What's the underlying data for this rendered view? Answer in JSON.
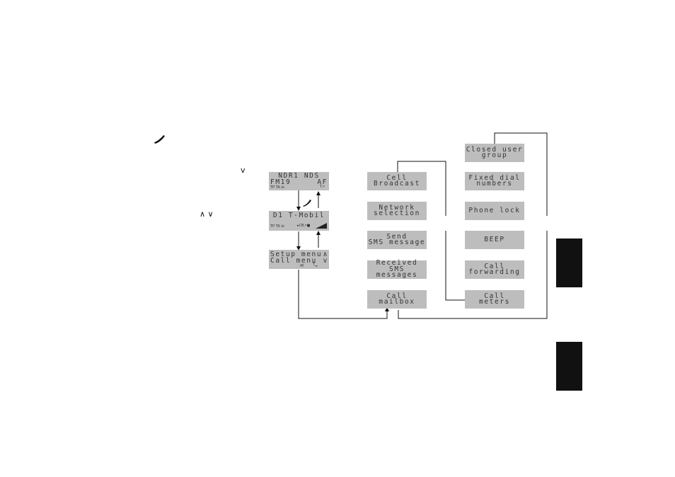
{
  "nav_symbols": {
    "down": "v",
    "updown": "∧ ∨"
  },
  "lcd_radio": {
    "line1": "NDR1 NDS",
    "line2_left": "FM19",
    "line2_right": "AF",
    "status": "TP TA lo",
    "tail": "T↗"
  },
  "lcd_phone": {
    "line1": "D1 T-Mobil",
    "status": "TP TA lo",
    "status_right": "▸CB↗■"
  },
  "lcd_setup": {
    "line1_left": "Setup menu",
    "line1_right": "∧",
    "line2_left": "Call menu",
    "line2_right": "v",
    "status": "✉",
    "tail": "T▁"
  },
  "menu_col1": [
    {
      "l1": "Cell",
      "l2": "Broadcast"
    },
    {
      "l1": "Network",
      "l2": "selection"
    },
    {
      "l1": "Send",
      "l2": "SMS message"
    },
    {
      "l1": "Received",
      "l2": "SMS messages"
    },
    {
      "l1": "Call",
      "l2": "mailbox"
    }
  ],
  "menu_col2": [
    {
      "l1": "Closed user",
      "l2": "group"
    },
    {
      "l1": "Fixed dial",
      "l2": "numbers"
    },
    {
      "l1": "Phone lock",
      "l2": ""
    },
    {
      "l1": "BEEP",
      "l2": ""
    },
    {
      "l1": "Call",
      "l2": "forwarding"
    },
    {
      "l1": "Call",
      "l2": "meters"
    }
  ]
}
